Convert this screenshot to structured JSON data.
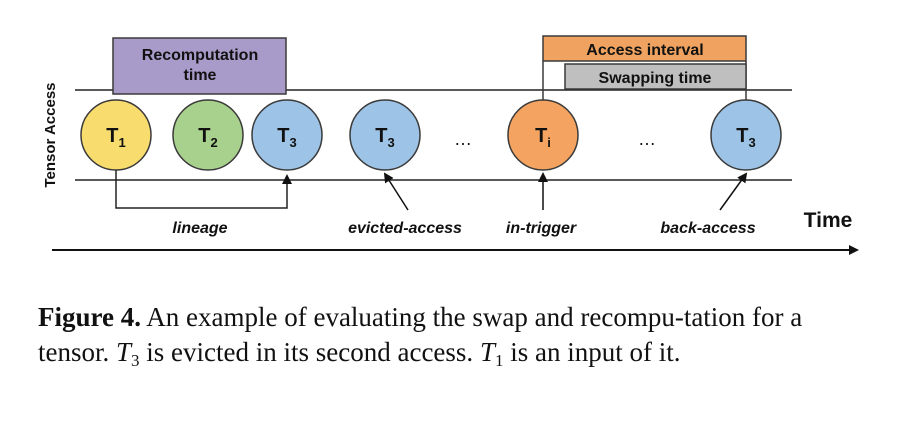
{
  "diagram": {
    "y_axis_label": "Tensor Access",
    "x_axis_label": "Time",
    "boxes": {
      "recomputation_line1": "Recomputation",
      "recomputation_line2": "time",
      "access_interval": "Access interval",
      "swapping_time": "Swapping time"
    },
    "nodes": [
      {
        "base": "T",
        "sub": "1",
        "color": "#f9dc6e"
      },
      {
        "base": "T",
        "sub": "2",
        "color": "#a9d18e"
      },
      {
        "base": "T",
        "sub": "3",
        "color": "#9dc3e6"
      },
      {
        "base": "T",
        "sub": "3",
        "color": "#9dc3e6"
      },
      {
        "base": "T",
        "sub": "i",
        "color": "#f4a460"
      },
      {
        "base": "T",
        "sub": "3",
        "color": "#9dc3e6"
      }
    ],
    "ellipsis": "…",
    "labels": {
      "lineage": "lineage",
      "evicted_access": "evicted-access",
      "in_trigger": "in-trigger",
      "back_access": "back-access"
    },
    "colors": {
      "recomputation_box": "#a99bc9",
      "access_interval_box": "#f0a360",
      "swapping_box": "#bfbfbf",
      "outline": "#3a3a3a"
    }
  },
  "caption": {
    "label": "Figure 4.",
    "text1": " An example of evaluating the swap and recompu-tation for a tensor. ",
    "t3_base": "T",
    "t3_sub": "3",
    "text2": " is evicted in its second access. ",
    "t1_base": "T",
    "t1_sub": "1",
    "text3": " is an input of it."
  }
}
